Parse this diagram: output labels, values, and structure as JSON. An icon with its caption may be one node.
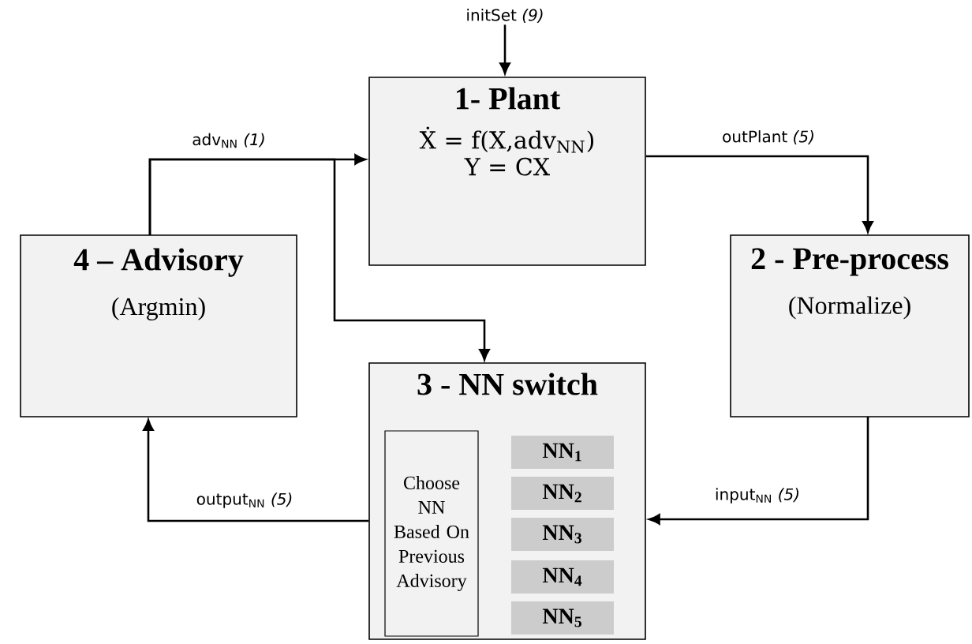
{
  "diagram": {
    "nodes": [
      {
        "text": [
          "initSet *(9)*"
        ]
      },
      {
        "text": [
          "1- Plant",
          "Ẋ = f(X,adv$_{NN}$)",
          "Y = CX"
        ]
      },
      {
        "text": [
          "2 - Pre-process",
          "(Normalize)"
        ]
      },
      {
        "text": [
          "4 – Advisory",
          "(Argmin)"
        ]
      },
      {
        "text": [
          "3 - NN switch"
        ]
      },
      {
        "text": [
          "Choose NN Based On Previous Advisory"
        ],
        "in": 4
      },
      {
        "text": [
          "NN$_{1}$"
        ],
        "in": 4
      },
      {
        "text": [
          "NN$_{2}$"
        ],
        "in": 4
      },
      {
        "text": [
          "NN$_{3}$"
        ],
        "in": 4
      },
      {
        "text": [
          "NN$_{4}$"
        ],
        "in": 4
      },
      {
        "text": [
          "NN$_{5}$"
        ],
        "in": 4
      }
    ],
    "edges": [
      {
        "from": 0,
        "to": 1,
        "arrow": "to"
      },
      {
        "from": 3,
        "to": 1,
        "arrow": "to",
        "label": "adv$_{NN}$ *(1)*"
      },
      {
        "from": 3,
        "to": 4,
        "arrow": "to"
      },
      {
        "from": 1,
        "to": 2,
        "arrow": "to",
        "label": "outPlant *(5)*"
      },
      {
        "from": 2,
        "to": 4,
        "arrow": "to",
        "label": "input$_{NN}$ *(5)*"
      },
      {
        "from": 4,
        "to": 3,
        "arrow": "to",
        "label": "output$_{NN}$ *(5)*"
      }
    ]
  }
}
